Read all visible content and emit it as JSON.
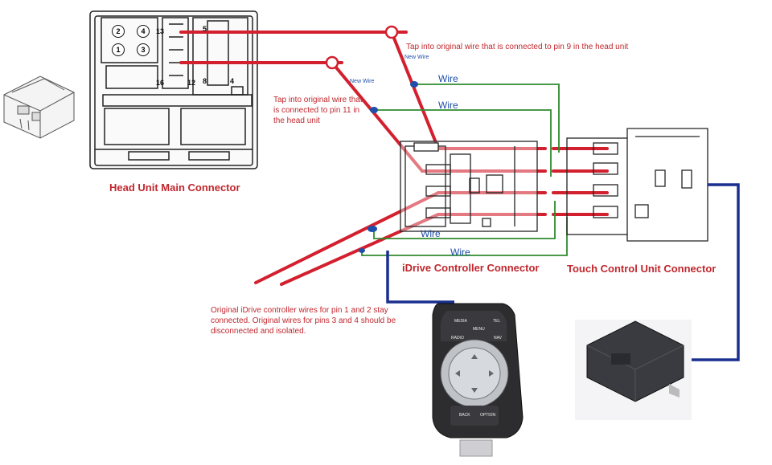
{
  "annotations": {
    "tap_pin9": "Tap into original wire that is connected to pin 9 in the head unit",
    "tap_pin11": "Tap into original wire that is connected to pin 11 in the head unit",
    "original_wires": "Original iDrive controller wires for pin 1 and 2 stay connected. Original wires for pins 3 and 4 should be disconnected and isolated."
  },
  "labels": {
    "new_wire_1": "New Wire",
    "new_wire_2": "New Wire",
    "wire_1": "Wire",
    "wire_2": "Wire",
    "wire_3": "Wire",
    "wire_4": "Wire"
  },
  "captions": {
    "head_unit": "Head Unit Main Connector",
    "idrive": "iDrive Controller Connector",
    "touch": "Touch Control Unit Connector"
  },
  "head_unit_pins": {
    "circle_2": "2",
    "circle_4": "4",
    "circle_1": "1",
    "circle_3": "3",
    "p13": "13",
    "p16": "16",
    "p12": "12",
    "p8": "8",
    "p5": "5",
    "p4": "4"
  },
  "controller_buttons": {
    "media": "MEDIA",
    "tel": "TEL",
    "menu": "MENU",
    "radio": "RADIO",
    "nav": "NAV",
    "back": "BACK",
    "option": "OPTION"
  },
  "colors": {
    "wire_red": "#d3202f",
    "wire_green": "#2e8b2e",
    "wire_blue": "#1a2f8f",
    "annotation": "#c0272d",
    "label_blue": "#1f4fa8"
  }
}
